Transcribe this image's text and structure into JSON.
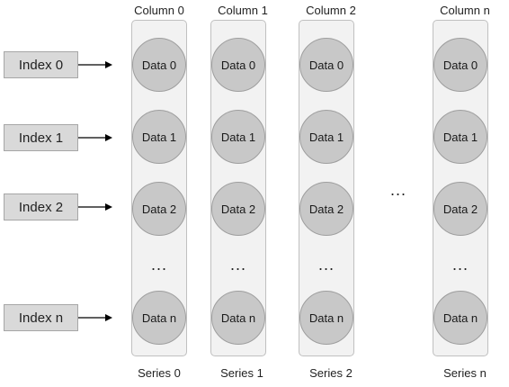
{
  "indices": [
    {
      "label": "Index 0"
    },
    {
      "label": "Index 1"
    },
    {
      "label": "Index 2"
    },
    {
      "label": "Index n"
    }
  ],
  "columns": [
    {
      "header": "Column 0",
      "series": "Series 0",
      "cells": [
        "Data 0",
        "Data 1",
        "Data 2",
        "Data n"
      ]
    },
    {
      "header": "Column 1",
      "series": "Series 1",
      "cells": [
        "Data 0",
        "Data 1",
        "Data 2",
        "Data n"
      ]
    },
    {
      "header": "Column 2",
      "series": "Series 2",
      "cells": [
        "Data 0",
        "Data 1",
        "Data 2",
        "Data n"
      ]
    },
    {
      "header": "Column n",
      "series": "Series n",
      "cells": [
        "Data 0",
        "Data 1",
        "Data 2",
        "Data n"
      ]
    }
  ],
  "ellipsis": "..."
}
